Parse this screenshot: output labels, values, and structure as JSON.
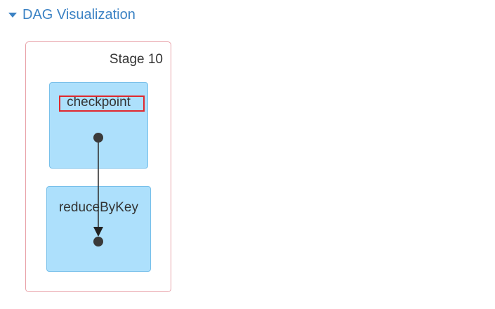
{
  "dag": {
    "header_label": "DAG Visualization",
    "stage": {
      "label": "Stage 10",
      "border_color": "#e8a1a8"
    },
    "nodes": [
      {
        "label": "checkpoint"
      },
      {
        "label": "reduceByKey"
      }
    ],
    "colors": {
      "header_link": "#3b82c4",
      "node_fill": "#ade0fc",
      "node_border": "#78c0ea",
      "edge": "#333333",
      "highlight": "#e0282e"
    }
  }
}
